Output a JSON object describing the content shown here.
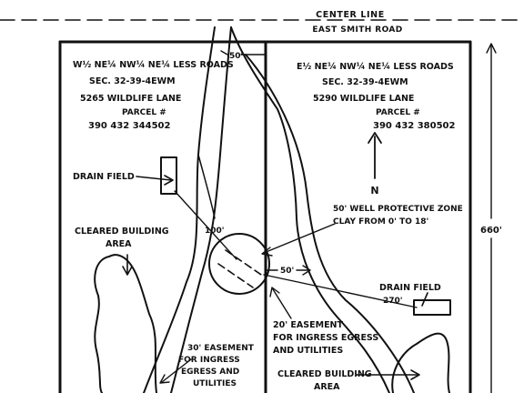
{
  "road": {
    "center_line": "CENTER LINE",
    "road_name": "EAST SMITH ROAD"
  },
  "left_parcel": {
    "legal_desc": "W½ NE¼ NW¼ NE¼ LESS ROADS",
    "section": "SEC. 32-39-4EWM",
    "address": "5265 WILDLIFE LANE",
    "parcel_label": "PARCEL #",
    "parcel_number": "390 432 344502",
    "drain_field": "DRAIN FIELD",
    "cleared_line1": "CLEARED BUILDING",
    "cleared_line2": "AREA",
    "dim_100": "100'"
  },
  "right_parcel": {
    "legal_desc": "E½ NE¼ NW¼ NE¼ LESS ROADS",
    "section": "SEC. 32-39-4EWM",
    "address": "5290 WILDLIFE LANE",
    "parcel_label": "PARCEL #",
    "parcel_number": "390 432 380502",
    "drain_field": "DRAIN FIELD",
    "dim_270": "270'",
    "cleared_line1": "CLEARED BUILDING",
    "cleared_line2": "AREA"
  },
  "labels": {
    "dim_50_top": "50'",
    "dim_50_mid": "50'",
    "dim_660": "660'",
    "north": "N",
    "well_zone_line1": "50' WELL PROTECTIVE ZONE",
    "well_zone_line2": "CLAY FROM 0' TO 18'",
    "easement20_line1": "20' EASEMENT",
    "easement20_line2": "FOR INGRESS EGRESS",
    "easement20_line3": "AND UTILITIES",
    "easement30_line1": "30' EASEMENT",
    "easement30_line2": "FOR INGRESS",
    "easement30_line3": "EGRESS AND",
    "easement30_line4": "UTILITIES"
  }
}
